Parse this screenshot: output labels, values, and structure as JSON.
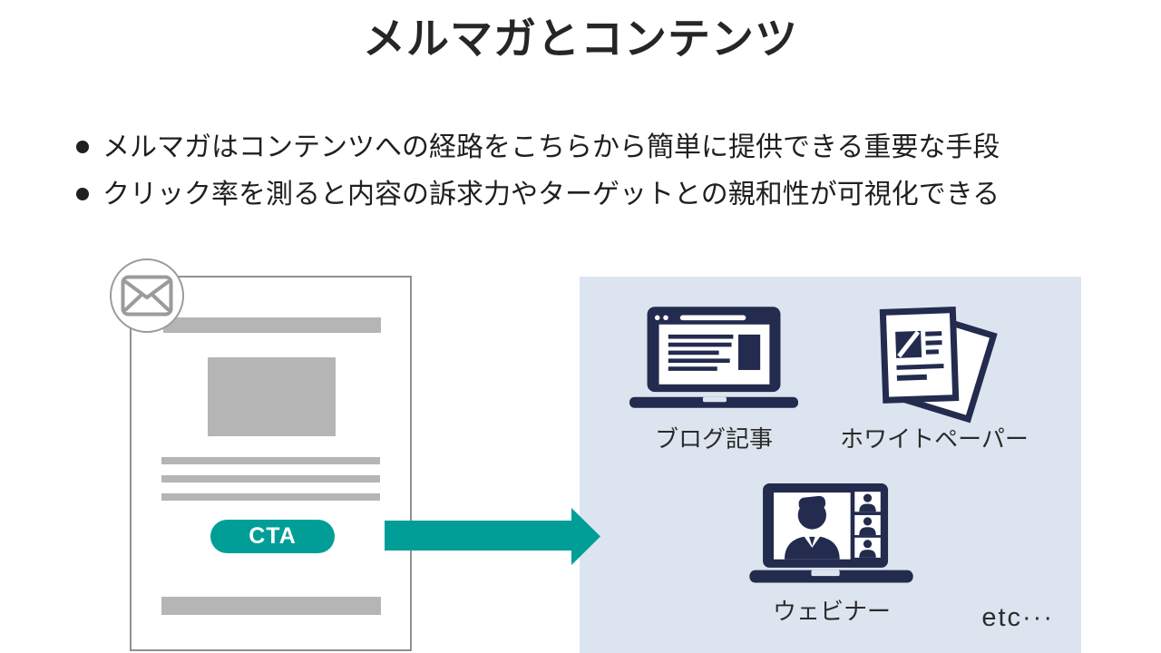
{
  "title": "メルマガとコンテンツ",
  "bullets": [
    {
      "text": "メルマガはコンテンツへの経路をこちらから簡単に提供できる重要な手段"
    },
    {
      "text": "クリック率を測ると内容の訴求力やターゲットとの親和性が可視化できる"
    }
  ],
  "email_mockup": {
    "cta_label": "CTA",
    "badge_icon": "envelope-icon"
  },
  "content_panel": {
    "items": [
      {
        "icon": "blog-laptop-icon",
        "label": "ブログ記事"
      },
      {
        "icon": "whitepaper-icon",
        "label": "ホワイトペーパー"
      },
      {
        "icon": "webinar-laptop-icon",
        "label": "ウェビナー"
      }
    ],
    "etc_label": "etc···"
  },
  "colors": {
    "accent_teal": "#009e97",
    "icon_navy": "#232b4e",
    "panel_background": "#dce5ef",
    "placeholder_gray": "#b5b5b5",
    "outline_gray": "#919191",
    "text_dark": "#1f1f1f"
  }
}
